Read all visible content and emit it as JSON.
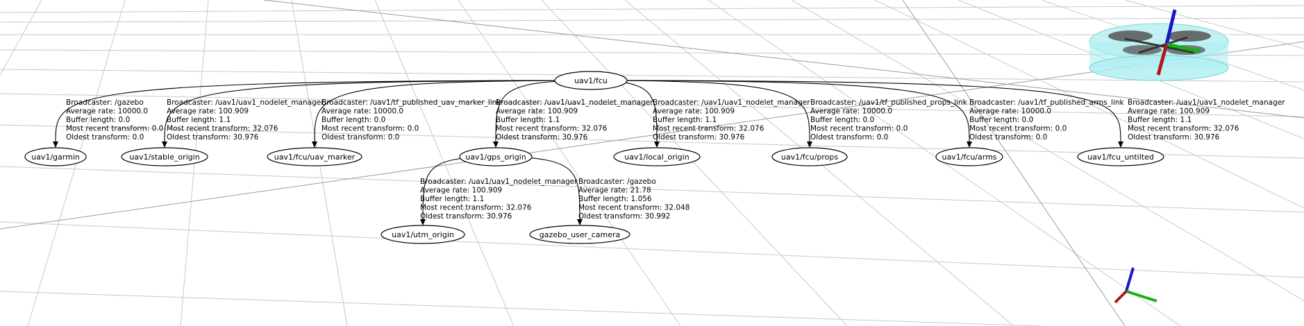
{
  "tree": {
    "nodes": [
      {
        "id": "fcu",
        "label": "uav1/fcu"
      },
      {
        "id": "garmin",
        "label": "uav1/garmin"
      },
      {
        "id": "stable",
        "label": "uav1/stable_origin"
      },
      {
        "id": "marker",
        "label": "uav1/fcu/uav_marker"
      },
      {
        "id": "gps",
        "label": "uav1/gps_origin"
      },
      {
        "id": "local",
        "label": "uav1/local_origin"
      },
      {
        "id": "props",
        "label": "uav1/fcu/props"
      },
      {
        "id": "arms",
        "label": "uav1/fcu/arms"
      },
      {
        "id": "untilted",
        "label": "uav1/fcu_untilted"
      },
      {
        "id": "utm",
        "label": "uav1/utm_origin"
      },
      {
        "id": "camera",
        "label": "gazebo_user_camera"
      }
    ],
    "edges": [
      {
        "from": "fcu",
        "to": "garmin",
        "lines": [
          "Broadcaster: /gazebo",
          "Average rate: 10000.0",
          "Buffer length: 0.0",
          "Most recent transform: 0.0",
          "Oldest transform: 0.0"
        ]
      },
      {
        "from": "fcu",
        "to": "stable",
        "lines": [
          "Broadcaster: /uav1/uav1_nodelet_manager",
          "Average rate: 100.909",
          "Buffer length: 1.1",
          "Most recent transform: 32.076",
          "Oldest transform: 30.976"
        ]
      },
      {
        "from": "fcu",
        "to": "marker",
        "lines": [
          "Broadcaster: /uav1/tf_published_uav_marker_link",
          "Average rate: 10000.0",
          "Buffer length: 0.0",
          "Most recent transform: 0.0",
          "Oldest transform: 0.0"
        ]
      },
      {
        "from": "fcu",
        "to": "gps",
        "lines": [
          "Broadcaster: /uav1/uav1_nodelet_manager",
          "Average rate: 100.909",
          "Buffer length: 1.1",
          "Most recent transform: 32.076",
          "Oldest transform: 30.976"
        ]
      },
      {
        "from": "fcu",
        "to": "local",
        "lines": [
          "Broadcaster: /uav1/uav1_nodelet_manager",
          "Average rate: 100.909",
          "Buffer length: 1.1",
          "Most recent transform: 32.076",
          "Oldest transform: 30.976"
        ]
      },
      {
        "from": "fcu",
        "to": "props",
        "lines": [
          "Broadcaster: /uav1/tf_published_props_link",
          "Average rate: 10000.0",
          "Buffer length: 0.0",
          "Most recent transform: 0.0",
          "Oldest transform: 0.0"
        ]
      },
      {
        "from": "fcu",
        "to": "arms",
        "lines": [
          "Broadcaster: /uav1/tf_published_arms_link",
          "Average rate: 10000.0",
          "Buffer length: 0.0",
          "Most recent transform: 0.0",
          "Oldest transform: 0.0"
        ]
      },
      {
        "from": "fcu",
        "to": "untilted",
        "lines": [
          "Broadcaster: /uav1/uav1_nodelet_manager",
          "Average rate: 100.909",
          "Buffer length: 1.1",
          "Most recent transform: 32.076",
          "Oldest transform: 30.976"
        ]
      },
      {
        "from": "gps",
        "to": "utm",
        "lines": [
          "Broadcaster: /uav1/uav1_nodelet_manager",
          "Average rate: 100.909",
          "Buffer length: 1.1",
          "Most recent transform: 32.076",
          "Oldest transform: 30.976"
        ]
      },
      {
        "from": "gps",
        "to": "camera",
        "lines": [
          "Broadcaster: /gazebo",
          "Average rate: 21.78",
          "Buffer length: 1.056",
          "Most recent transform: 32.048",
          "Oldest transform: 30.992"
        ]
      }
    ]
  },
  "colors": {
    "grid": "#c9c9c9",
    "axis_x": "#b01818",
    "axis_y": "#18b018",
    "axis_z": "#1818c8",
    "drone_body": "#aeeef0"
  }
}
